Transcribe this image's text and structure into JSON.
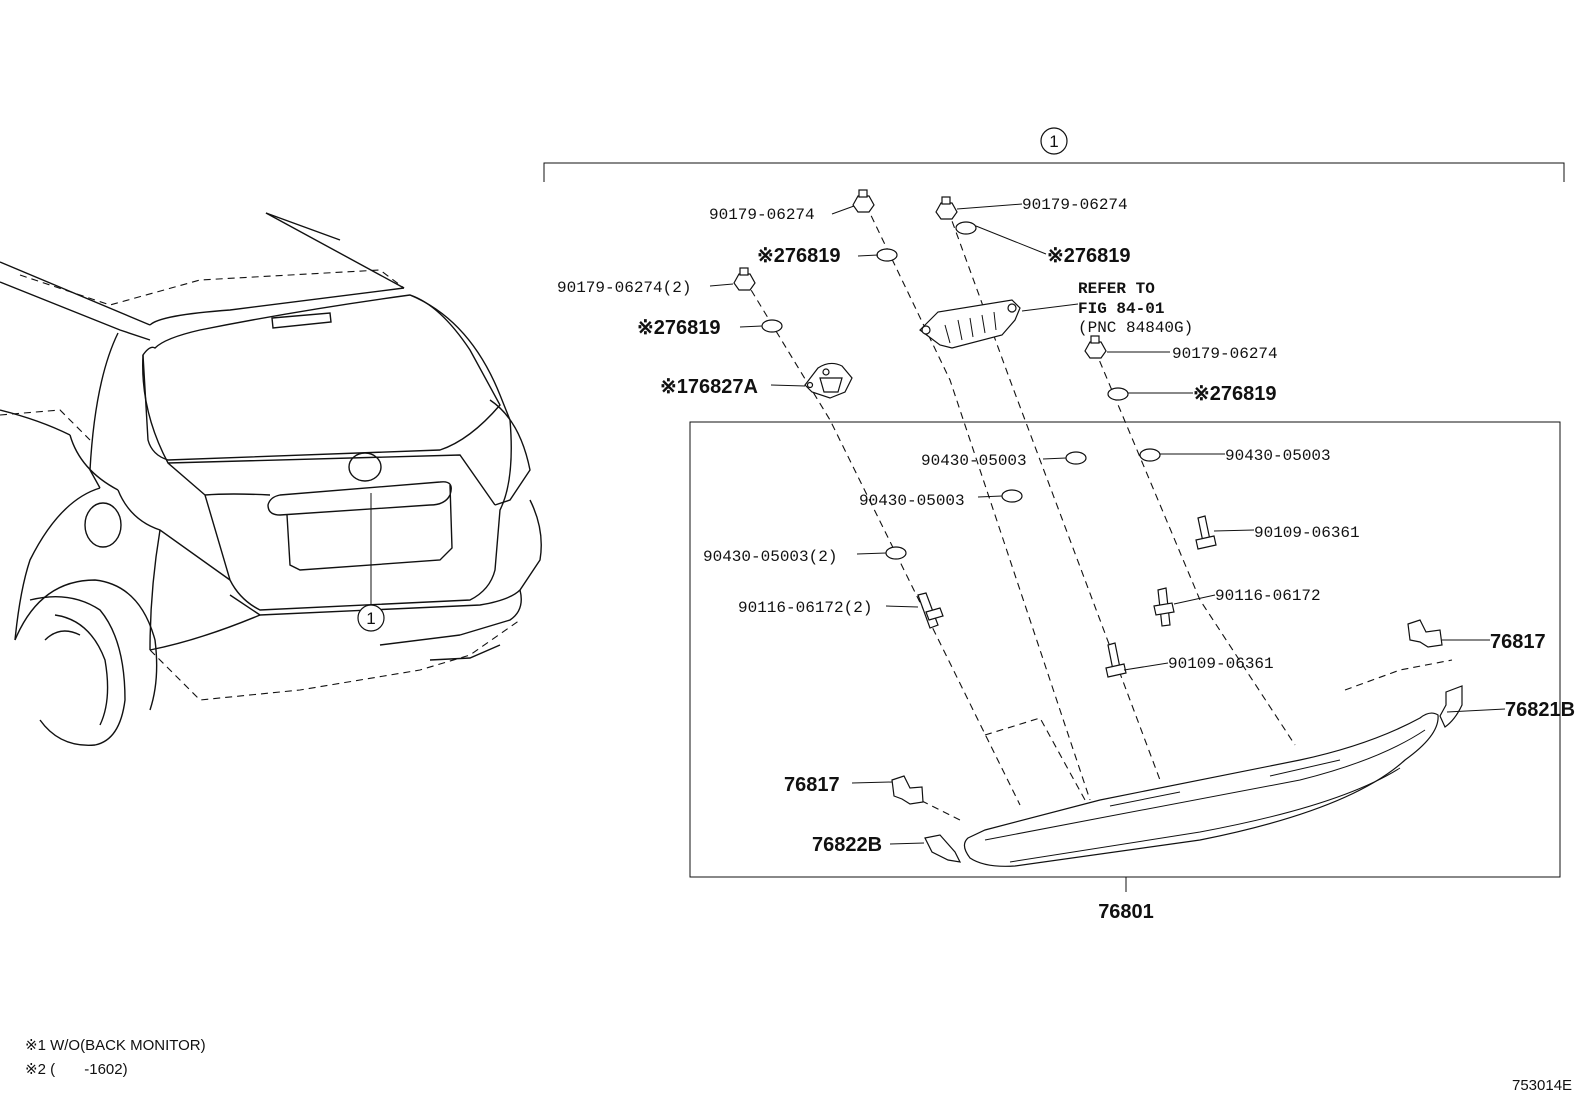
{
  "assembly_marker": "1",
  "notes": {
    "note1": "※1 W/O(BACK MONITOR)",
    "note2": "※2 (       -1602)"
  },
  "diagram_id": "753014E",
  "refer": {
    "line1": "REFER TO",
    "line2": "FIG 84-01",
    "line3": "(PNC 84840G)"
  },
  "labels": {
    "nut_top_left": "90179-06274",
    "nut_top_right": "90179-06274",
    "washer_top_left": "※276819",
    "washer_top_right": "※276819",
    "nut_left_2": "90179-06274(2)",
    "washer_left": "※276819",
    "camera": "※176827A",
    "nut_right": "90179-06274",
    "washer_right": "※276819",
    "w05003_mid": "90430-05003",
    "w05003_right": "90430-05003",
    "w05003_left": "90430-05003",
    "w05003_left_2": "90430-05003(2)",
    "screw_right": "90109-06361",
    "stud_left_2": "90116-06172(2)",
    "stud_right": "90116-06172",
    "screw_mid": "90109-06361",
    "clip_right": "76817",
    "cap_right": "76821B",
    "clip_left": "76817",
    "cap_left": "76822B",
    "garnish": "76801"
  },
  "icons": [
    "car-rear-illustration",
    "camera-icon",
    "license-lamp-icon",
    "nut-icon",
    "washer-icon",
    "stud-bolt-icon",
    "screw-icon",
    "clip-icon",
    "end-cap-icon",
    "garnish-panel-icon"
  ]
}
